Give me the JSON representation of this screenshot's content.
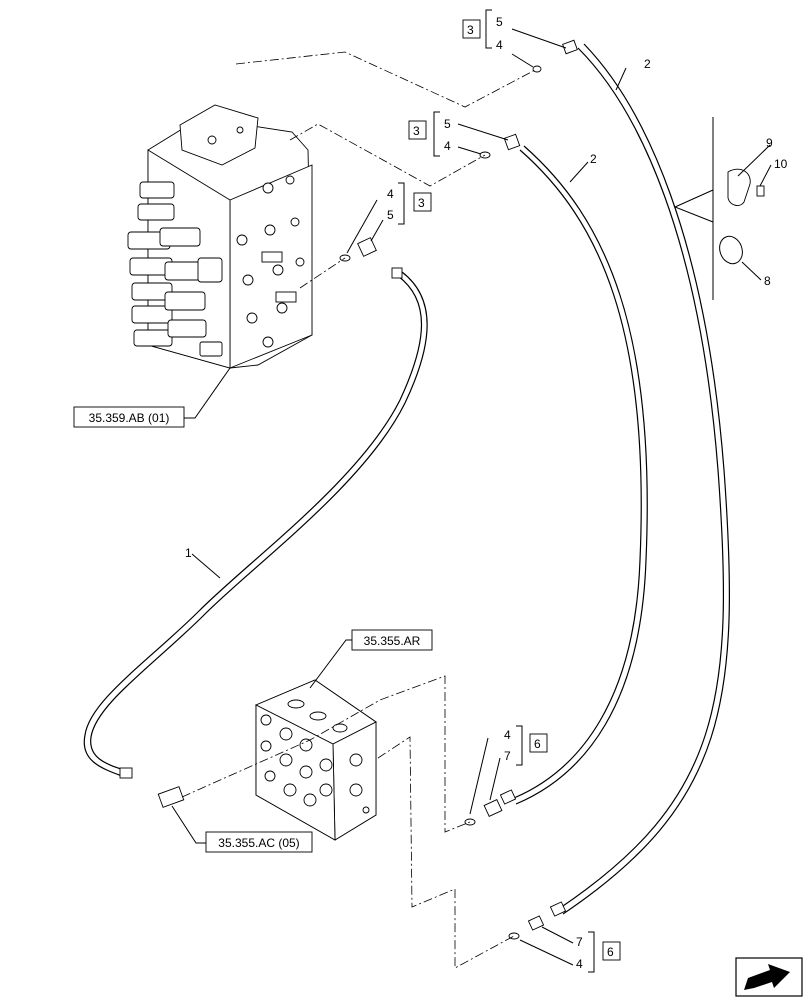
{
  "refs": {
    "control_valve": "35.359.AB (01)",
    "block": "35.355.AR",
    "block_fitting": "35.355.AC (05)"
  },
  "callouts": {
    "hose_1": "1",
    "hose_2a": "2",
    "hose_2b": "2",
    "kit_a_box": "3",
    "kit_a_5": "5",
    "kit_a_4": "4",
    "kit_b_box": "3",
    "kit_b_5": "5",
    "kit_b_4": "4",
    "kit_c_box": "3",
    "kit_c_4": "4",
    "kit_c_5": "5",
    "kit_d_box": "6",
    "kit_d_4": "4",
    "kit_d_7": "7",
    "kit_e_box": "6",
    "kit_e_7": "7",
    "kit_e_4": "4",
    "clamp_9": "9",
    "bolt_10": "10",
    "ring_8": "8"
  },
  "icons": {
    "nav_arrow": "back-arrow-icon"
  }
}
